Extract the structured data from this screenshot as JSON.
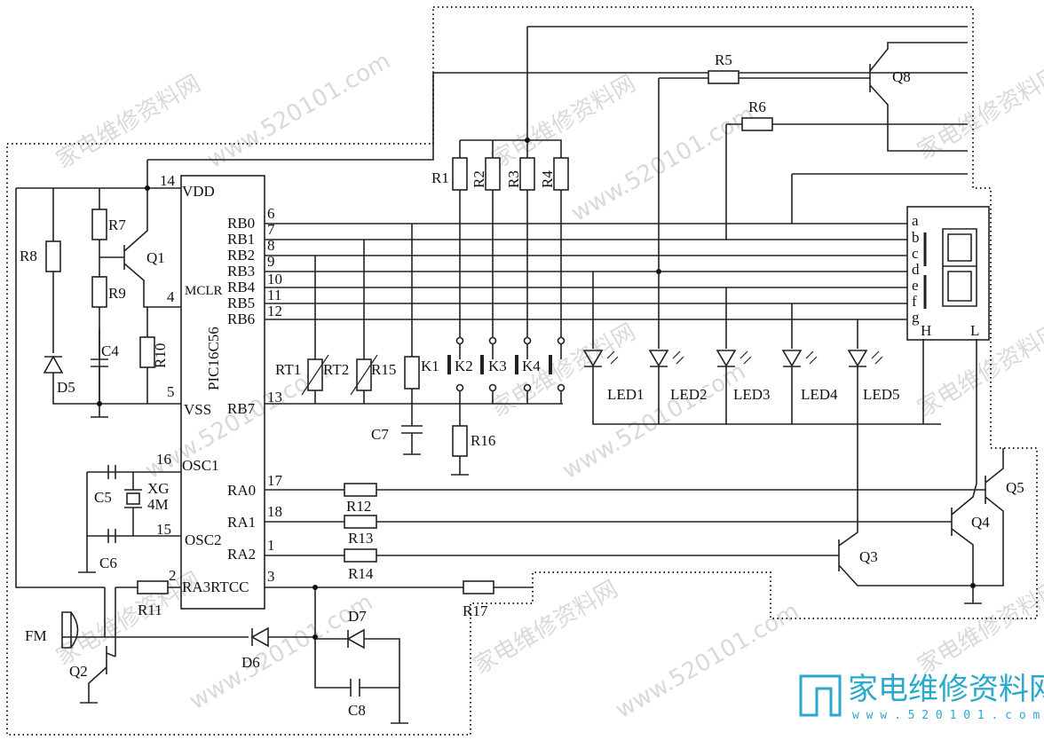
{
  "ic": {
    "name": "PIC16C56",
    "vdd": "VDD",
    "mclr": "MCLR",
    "vss": "VSS",
    "osc1": "OSC1",
    "osc2": "OSC2",
    "ra3rtcc": "RA3RTCC",
    "pins": {
      "vdd": "14",
      "mclr": "4",
      "vss": "5",
      "osc1": "16",
      "osc2": "15",
      "ra3": "2",
      "rtcc": "3",
      "rb0": "6",
      "rb1": "7",
      "rb2": "8",
      "rb3": "9",
      "rb4": "10",
      "rb5": "11",
      "rb6": "12",
      "rb7": "13",
      "ra0": "17",
      "ra1": "18",
      "ra2": "1"
    },
    "rb": [
      "RB0",
      "RB1",
      "RB2",
      "RB3",
      "RB4",
      "RB5",
      "RB6"
    ],
    "rb7": "RB7",
    "ra": [
      "RA0",
      "RA1",
      "RA2"
    ]
  },
  "labels": {
    "R1": "R1",
    "R2": "R2",
    "R3": "R3",
    "R4": "R4",
    "R5": "R5",
    "R6": "R6",
    "R7": "R7",
    "R8": "R8",
    "R9": "R9",
    "R10": "R10",
    "R11": "R11",
    "R12": "R12",
    "R13": "R13",
    "R14": "R14",
    "R15": "R15",
    "R16": "R16",
    "R17": "R17",
    "RT1": "RT1",
    "RT2": "RT2",
    "C4": "C4",
    "C5": "C5",
    "C6": "C6",
    "C7": "C7",
    "C8": "C8",
    "D5": "D5",
    "D6": "D6",
    "D7": "D7",
    "Q1": "Q1",
    "Q2": "Q2",
    "Q3": "Q3",
    "Q4": "Q4",
    "Q5": "Q5",
    "Q8": "Q8",
    "K1": "K1",
    "K2": "K2",
    "K3": "K3",
    "K4": "K4",
    "FM": "FM",
    "XG": "XG",
    "xg_freq": "4M",
    "LED1": "LED1",
    "LED2": "LED2",
    "LED3": "LED3",
    "LED4": "LED4",
    "LED5": "LED5",
    "seg": [
      "a",
      "b",
      "c",
      "d",
      "e",
      "f",
      "g"
    ],
    "H": "H",
    "L": "L"
  },
  "watermark": {
    "domain": "www.520101.com",
    "cn": "家电维修资料网",
    "logo_cn": "家电维修资料网",
    "logo_url": "w w w . 5 2 0 1 0 1 . c o m"
  }
}
